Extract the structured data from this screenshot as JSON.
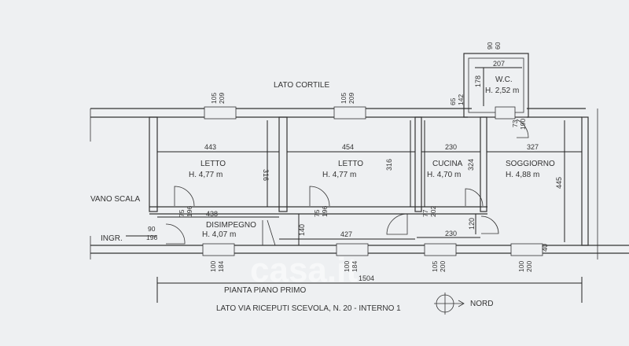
{
  "labels": {
    "top": "LATO CORTILE",
    "bottom": "LATO VIA RICEPUTI SCEVOLA, N. 20 - INTERNO 1",
    "title": "PIANTA PIANO PRIMO",
    "stairs": "VANO SCALA",
    "entrance": "INGR.",
    "north": "NORD",
    "watermark": "casa.it"
  },
  "rooms": {
    "letto1": {
      "name": "LETTO",
      "height": "H.   4,77 m",
      "width": "443",
      "depth": "316"
    },
    "letto2": {
      "name": "LETTO",
      "height": "H.   4,77 m",
      "width": "454",
      "depth": "316"
    },
    "cucina": {
      "name": "CUCINA",
      "height": "H.   4,70 m",
      "width": "230",
      "depth": "324"
    },
    "soggiorno": {
      "name": "SOGGIORNO",
      "height": "H.   4,88 m",
      "width": "327",
      "depth": "445"
    },
    "wc": {
      "name": "W.C.",
      "height": "H.   2,52 m",
      "width": "207",
      "depth": "178"
    },
    "disimpegno": {
      "name": "DISIMPEGNO",
      "height": "H.   4,07 m",
      "length": "427",
      "depth": "140"
    }
  },
  "dims": {
    "total": "1504",
    "dis_top": "438",
    "k_bottom": "230",
    "k_120": "120",
    "s_40": "40",
    "wc_90": "90",
    "wc_60": "60",
    "wc_73": "73",
    "wc_190": "190",
    "d65": "65",
    "d142": "142",
    "win_top1_a": "105",
    "win_top1_b": "209",
    "win_top2_a": "105",
    "win_top2_b": "209",
    "win_bot1_a": "100",
    "win_bot1_b": "184",
    "win_bot2_a": "100",
    "win_bot2_b": "184",
    "win_bot3_a": "105",
    "win_bot3_b": "200",
    "win_bot4_a": "100",
    "win_bot4_b": "200",
    "door1_a": "75",
    "door1_b": "196",
    "door2_a": "75",
    "door2_b": "196",
    "door3_a": "77",
    "door3_b": "202",
    "entry_a": "90",
    "entry_b": "196"
  }
}
